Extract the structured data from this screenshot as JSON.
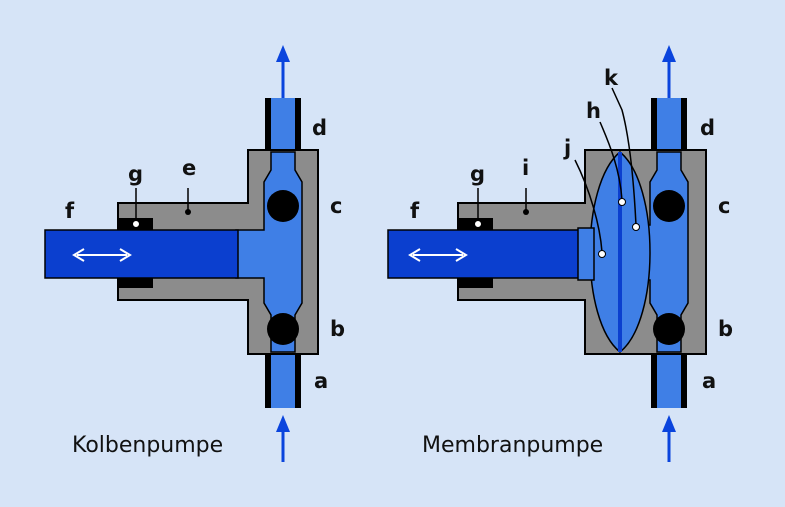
{
  "colors": {
    "background": "#d6e4f7",
    "housing": "#8c8c8c",
    "fluid_light": "#3f7fe6",
    "fluid_dark": "#0a3fd0",
    "piston": "#0b3fcf",
    "ball": "#000000",
    "arrow": "#0a44dd",
    "outline": "#000000"
  },
  "piston_pump": {
    "title": "Kolbenpumpe",
    "labels": {
      "a": "a",
      "b": "b",
      "c": "c",
      "d": "d",
      "e": "e",
      "f": "f",
      "g": "g"
    }
  },
  "diaphragm_pump": {
    "title": "Membranpumpe",
    "labels": {
      "a": "a",
      "b": "b",
      "c": "c",
      "d": "d",
      "f": "f",
      "g": "g",
      "h": "h",
      "i": "i",
      "j": "j",
      "k": "k"
    }
  }
}
